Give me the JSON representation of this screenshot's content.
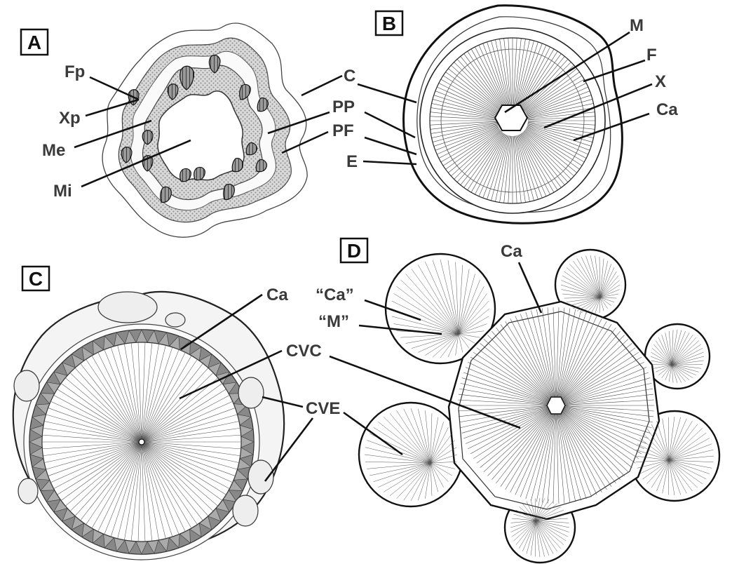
{
  "panels": {
    "a": {
      "letter": "A",
      "labels": {
        "fp": "Fp",
        "xp": "Xp",
        "me": "Me",
        "mi": "Mi",
        "c": "C",
        "pp": "PP",
        "pf": "PF"
      }
    },
    "b": {
      "letter": "B",
      "labels": {
        "m": "M",
        "f": "F",
        "x": "X",
        "ca": "Ca",
        "e": "E"
      }
    },
    "c": {
      "letter": "C",
      "labels": {
        "ca": "Ca",
        "cvc": "CVC",
        "cve": "CVE"
      }
    },
    "d": {
      "letter": "D",
      "labels": {
        "ca": "Ca",
        "ca_quoted": "“Ca”",
        "m_quoted": "“M”"
      }
    }
  },
  "colors": {
    "ink": "#111111",
    "label": "#3a3a3a",
    "cambium_gray": "#9a9a9a",
    "stipple": "#bdbdbd"
  }
}
